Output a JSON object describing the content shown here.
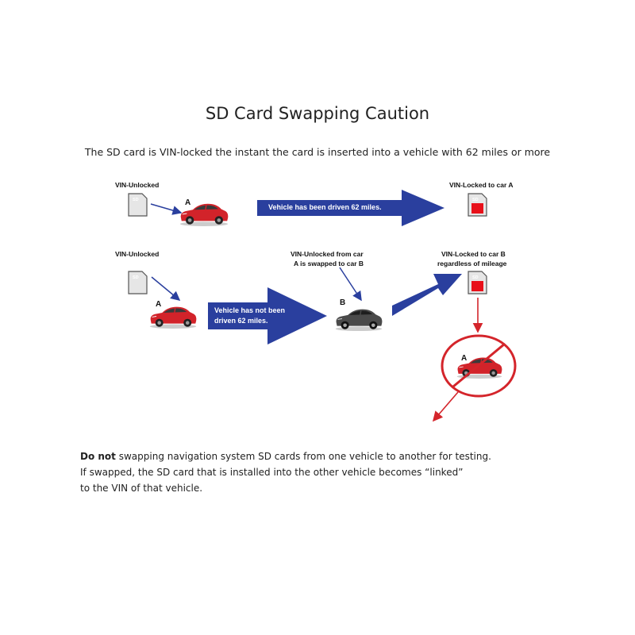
{
  "title": "SD Card Swapping Caution",
  "subtitle": "The SD card is VIN-locked the instant the card is inserted into a vehicle with 62 miles or more",
  "row1": {
    "left_label": "VIN-Unlocked",
    "car_letter": "A",
    "arrow_text": "Vehicle has been driven 62 miles.",
    "right_label": "VIN-Locked to car A",
    "sd_text": "SD"
  },
  "row2": {
    "left_label": "VIN-Unlocked",
    "car_a_letter": "A",
    "arrow_text_line1": "Vehicle has not been",
    "arrow_text_line2": "driven 62 miles.",
    "middle_label_line1": "VIN-Unlocked from car",
    "middle_label_line2": "A is swapped to car B",
    "car_b_letter": "B",
    "right_label_line1": "VIN-Locked to car B",
    "right_label_line2": "regardless of mileage",
    "prohibited_car_letter": "A",
    "sd_text": "SD"
  },
  "footer": {
    "bold_lead": "Do not",
    "line1_rest": " swapping navigation system SD cards from one vehicle to another for testing.",
    "line2": "If swapped, the SD card that is installed into the other vehicle becomes “linked”",
    "line3": "to the VIN of that vehicle."
  },
  "colors": {
    "arrow_blue": "#2a3f9e",
    "car_red": "#d2232a",
    "car_grey": "#4a4a4a",
    "prohibit_red": "#d4252b",
    "sd_grey": "#e6e6e6",
    "sd_locked_red": "#e8101a"
  }
}
